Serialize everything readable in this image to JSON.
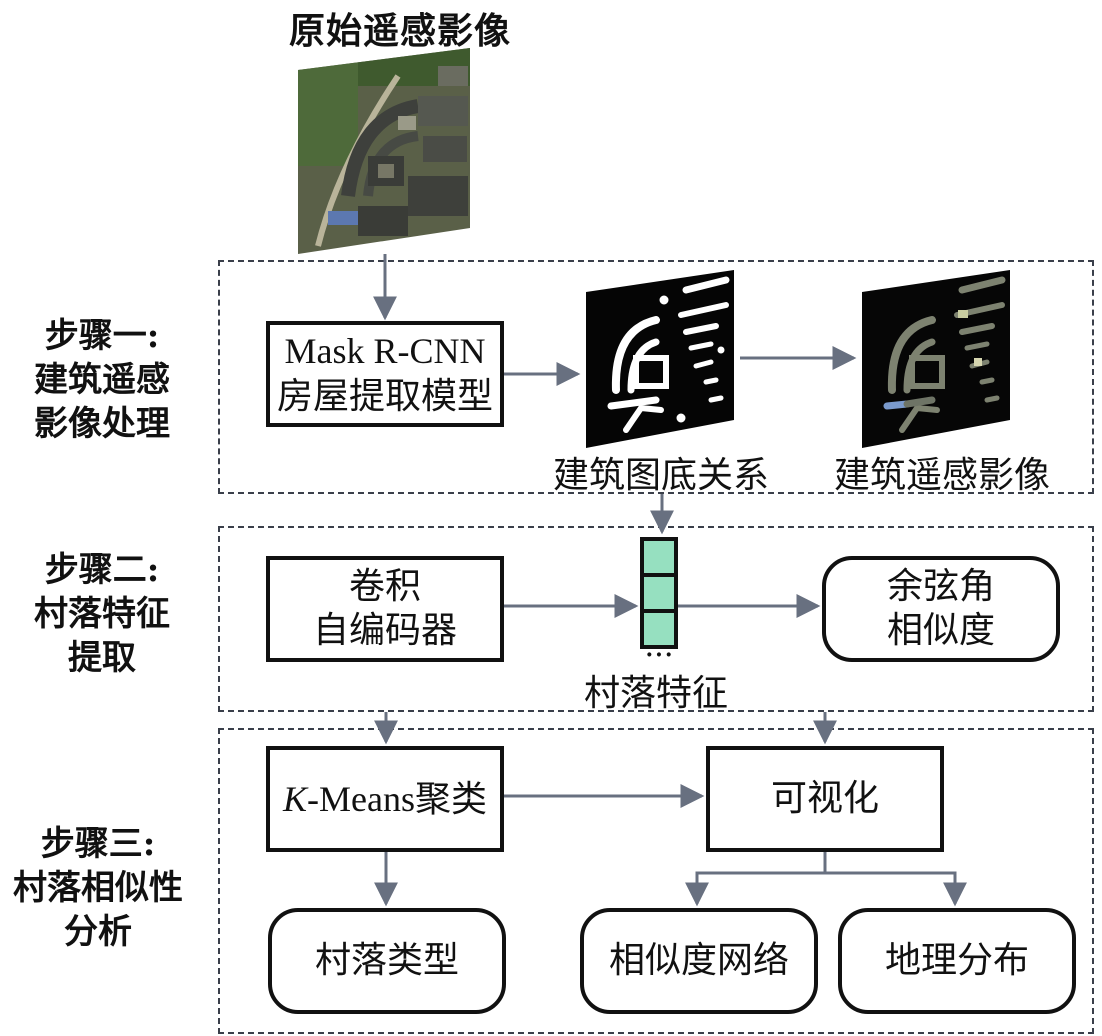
{
  "top": {
    "title": "原始遥感影像",
    "image": "original-satellite-image"
  },
  "steps": [
    {
      "id": "step1",
      "label_lines": [
        "步骤一:",
        "建筑遥感",
        "影像处理"
      ],
      "model_box": {
        "line1": "Mask R-CNN",
        "line2": "房屋提取模型"
      },
      "mask_image_caption": "建筑图底关系",
      "masked_image_caption": "建筑遥感影像"
    },
    {
      "id": "step2",
      "label_lines": [
        "步骤二:",
        "村落特征",
        "提取"
      ],
      "encoder_box": {
        "line1": "卷积",
        "line2": "自编码器"
      },
      "feature_vector": {
        "cells": 3,
        "ellipsis": "···",
        "caption": "村落特征",
        "color": "#96e0c0"
      },
      "similarity_box": {
        "line1": "余弦角",
        "line2": "相似度"
      }
    },
    {
      "id": "step3",
      "label_lines": [
        "步骤三:",
        "村落相似性",
        "分析"
      ],
      "kmeans_box": {
        "k": "K",
        "rest": "-Means聚类"
      },
      "visualize_box": "可视化",
      "village_type_box": "村落类型",
      "similarity_network_box": "相似度网络",
      "geo_distribution_box": "地理分布"
    }
  ],
  "colors": {
    "arrow": "#687080",
    "dash": "#3a3f4a",
    "feature_cell": "#96e0c0",
    "box_border": "#111111"
  }
}
